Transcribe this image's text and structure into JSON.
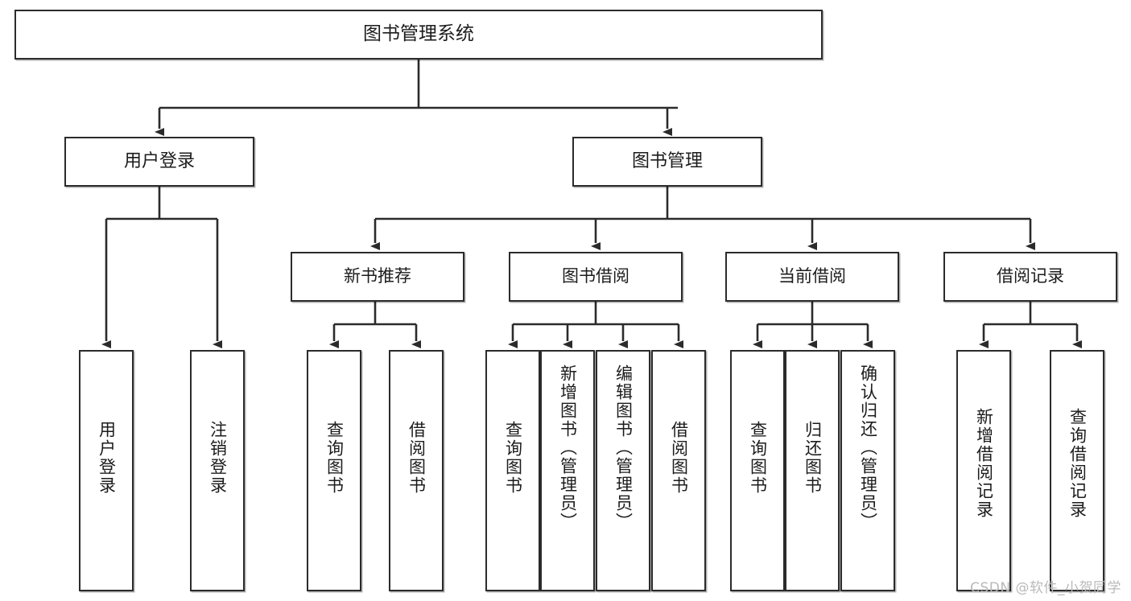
{
  "diagram": {
    "title": "图书管理系统",
    "type": "tree",
    "background_color": "#ffffff",
    "line_color": "#2b2b2b",
    "text_color": "#1c1c1c",
    "watermark": "CSDN @软件_小贺同学"
  },
  "nodes": {
    "root": {
      "label": "图书管理系统"
    },
    "level1": [
      {
        "id": "user-login",
        "label": "用户登录"
      },
      {
        "id": "book-manage",
        "label": "图书管理"
      }
    ],
    "level2": [
      {
        "id": "new-book-recommend",
        "label": "新书推荐"
      },
      {
        "id": "book-borrow",
        "label": "图书借阅"
      },
      {
        "id": "current-borrow",
        "label": "当前借阅"
      },
      {
        "id": "borrow-record",
        "label": "借阅记录"
      }
    ],
    "leaves": {
      "user_login": [
        {
          "id": "leaf-user-login",
          "label": "用户登录"
        },
        {
          "id": "leaf-user-logout",
          "label": "注销登录"
        }
      ],
      "new_book_recommend": [
        {
          "id": "leaf-query-book-1",
          "label": "查询图书"
        },
        {
          "id": "leaf-borrow-book-1",
          "label": "借阅图书"
        }
      ],
      "book_borrow": [
        {
          "id": "leaf-query-book-2",
          "label": "查询图书"
        },
        {
          "id": "leaf-add-book",
          "label": "新增图书（管理员）"
        },
        {
          "id": "leaf-edit-book",
          "label": "编辑图书（管理员）"
        },
        {
          "id": "leaf-borrow-book-2",
          "label": "借阅图书"
        }
      ],
      "current_borrow": [
        {
          "id": "leaf-query-book-3",
          "label": "查询图书"
        },
        {
          "id": "leaf-return-book",
          "label": "归还图书"
        },
        {
          "id": "leaf-confirm-return",
          "label": "确认归还（管理员）"
        }
      ],
      "borrow_record": [
        {
          "id": "leaf-add-record",
          "label": "新增借阅记录"
        },
        {
          "id": "leaf-query-record",
          "label": "查询借阅记录"
        }
      ]
    }
  }
}
